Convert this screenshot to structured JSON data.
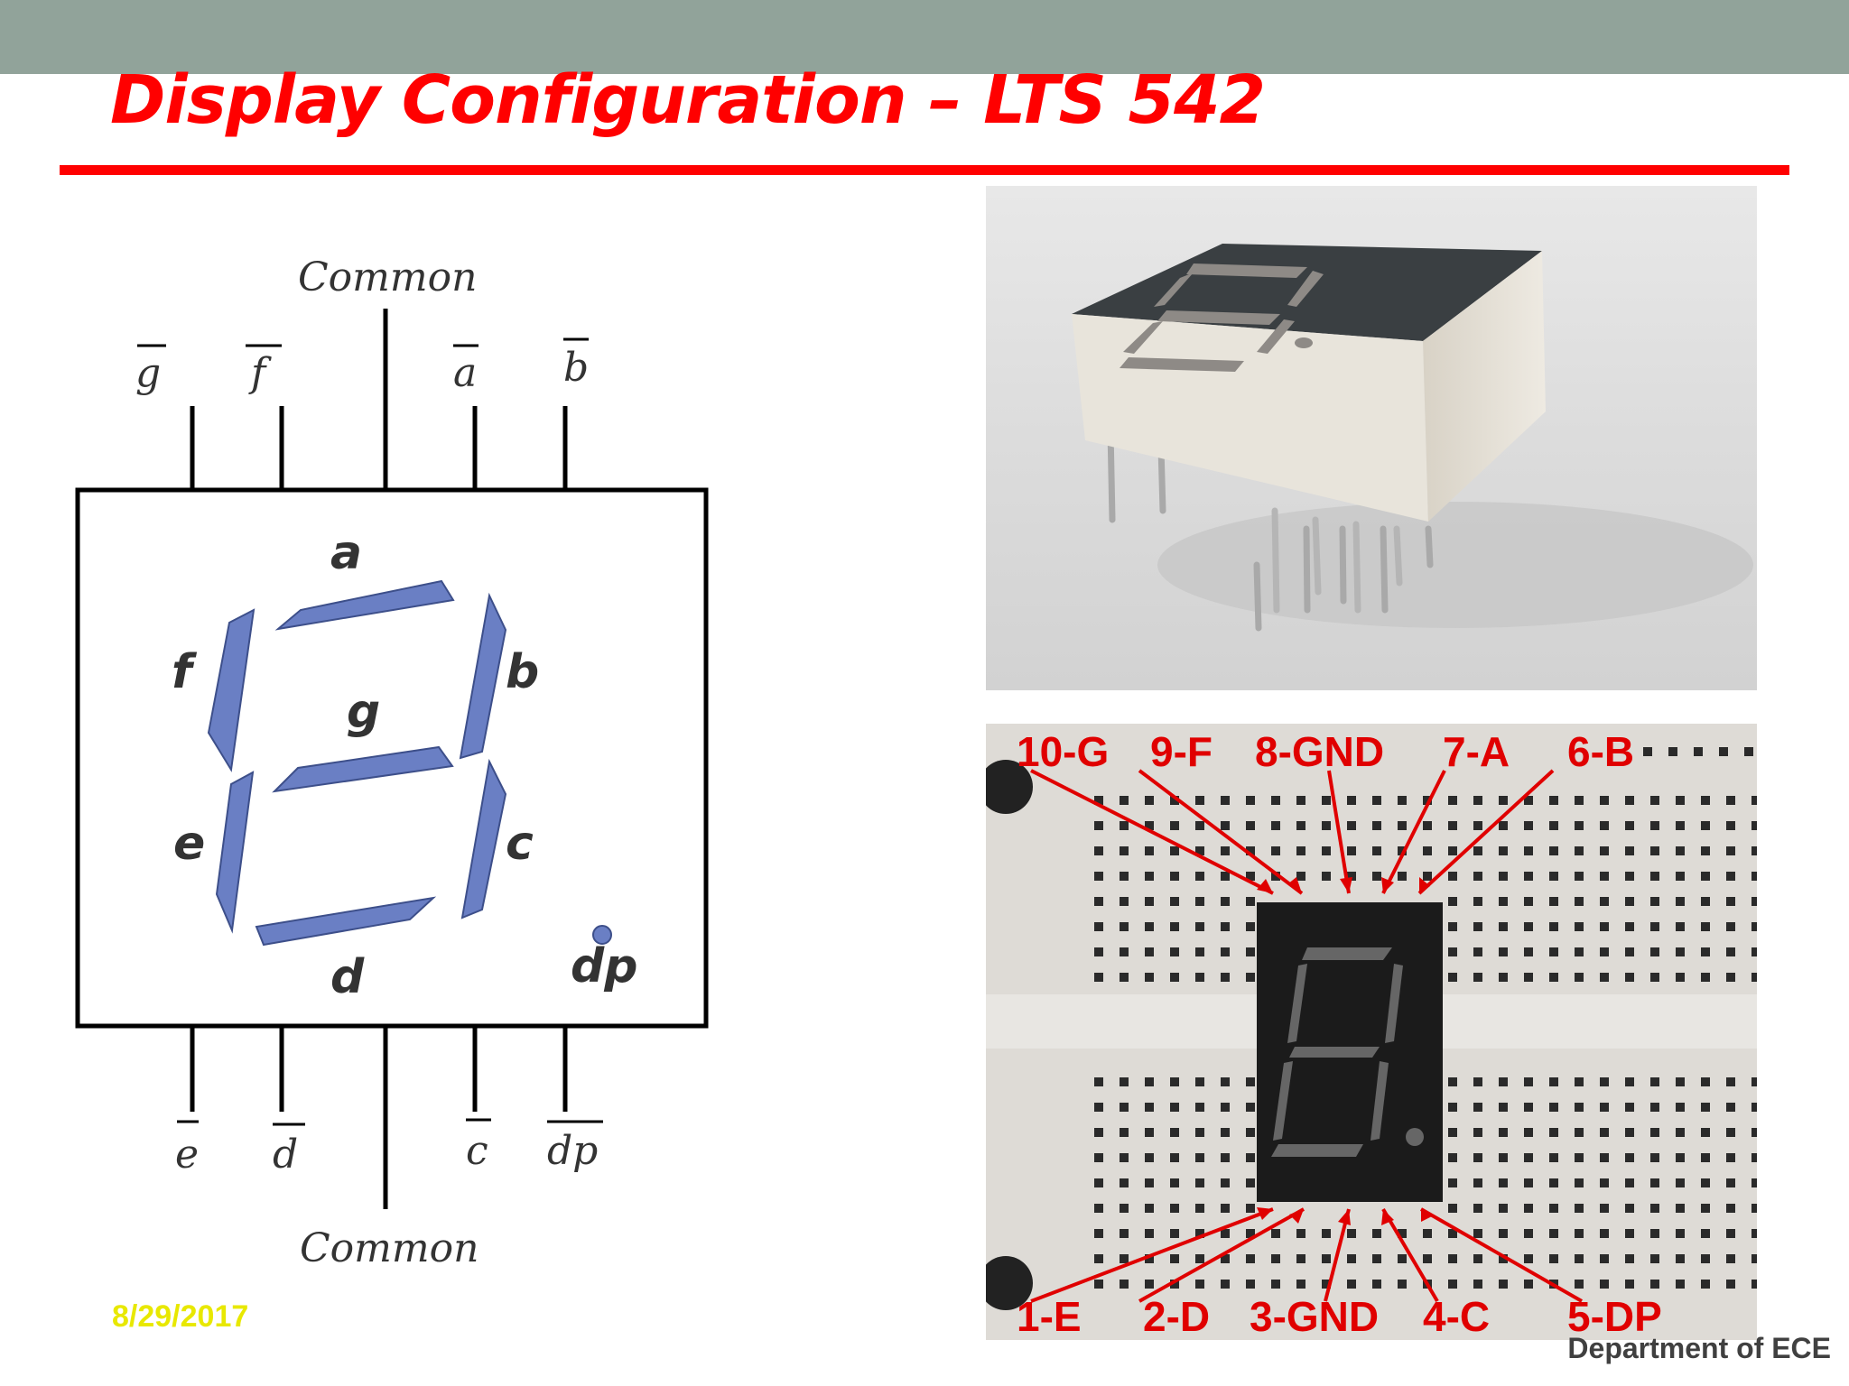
{
  "slide": {
    "title": "Display Configuration – LTS 542",
    "date": "8/29/2017",
    "department": "Department of ECE"
  },
  "colors": {
    "band": "#91a39a",
    "title": "#ff0000",
    "segment": "#6a7fc4",
    "date": "#e8e800",
    "pin_label": "#e00000"
  },
  "schematic": {
    "common_top": "Common",
    "common_bottom": "Common",
    "top_pins": [
      "g",
      "f",
      "a",
      "b"
    ],
    "bottom_pins": [
      "e",
      "d",
      "c",
      "dp"
    ],
    "segments": [
      "a",
      "b",
      "c",
      "d",
      "e",
      "f",
      "g",
      "dp"
    ]
  },
  "breadboard": {
    "top_labels": [
      "10-G",
      "9-F",
      "8-GND",
      "7-A",
      "6-B"
    ],
    "bottom_labels": [
      "1-E",
      "2-D",
      "3-GND",
      "4-C",
      "5-DP"
    ]
  }
}
